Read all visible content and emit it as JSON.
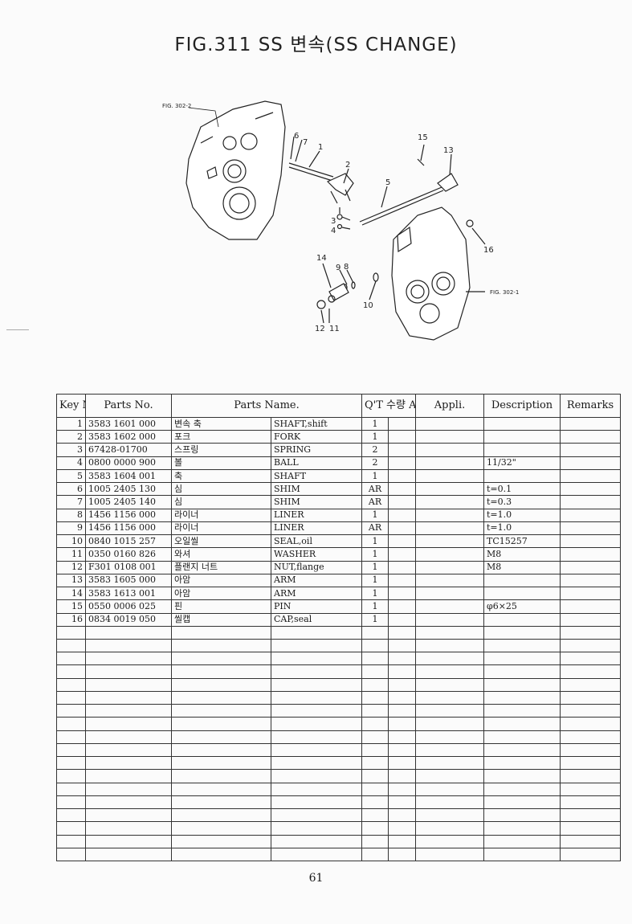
{
  "header": {
    "title": "FIG.311 SS 변속(SS CHANGE)"
  },
  "diagram": {
    "ref_labels": [
      "FIG. 302-2",
      "FIG. 302-1"
    ],
    "callouts": [
      "1",
      "2",
      "3",
      "4",
      "5",
      "6",
      "7",
      "8",
      "9",
      "10",
      "11",
      "12",
      "13",
      "14",
      "15",
      "16"
    ]
  },
  "table": {
    "headers": {
      "key": "Key No.",
      "parts_no": "Parts No.",
      "parts_name": "Parts Name.",
      "qty": "Q'T 수량 ALL",
      "appli": "Appli.",
      "description": "Description",
      "remarks": "Remarks"
    },
    "rows": [
      {
        "key": "1",
        "parts_no": "3583 1601 000",
        "name_kr": "변속 축",
        "name_en": "SHAFT,shift",
        "qty": "1",
        "description": ""
      },
      {
        "key": "2",
        "parts_no": "3583 1602 000",
        "name_kr": "포크",
        "name_en": "FORK",
        "qty": "1",
        "description": ""
      },
      {
        "key": "3",
        "parts_no": "67428-01700",
        "name_kr": "스프링",
        "name_en": "SPRING",
        "qty": "2",
        "description": ""
      },
      {
        "key": "4",
        "parts_no": "0800 0000 900",
        "name_kr": "볼",
        "name_en": "BALL",
        "qty": "2",
        "description": "11/32\""
      },
      {
        "key": "5",
        "parts_no": "3583 1604 001",
        "name_kr": "축",
        "name_en": "SHAFT",
        "qty": "1",
        "description": ""
      },
      {
        "key": "6",
        "parts_no": "1005 2405 130",
        "name_kr": "심",
        "name_en": "SHIM",
        "qty": "AR",
        "description": "t=0.1"
      },
      {
        "key": "7",
        "parts_no": "1005 2405 140",
        "name_kr": "심",
        "name_en": "SHIM",
        "qty": "AR",
        "description": "t=0.3"
      },
      {
        "key": "8",
        "parts_no": "1456 1156 000",
        "name_kr": "라이너",
        "name_en": "LINER",
        "qty": "1",
        "description": "t=1.0"
      },
      {
        "key": "9",
        "parts_no": "1456 1156 000",
        "name_kr": "라이너",
        "name_en": "LINER",
        "qty": "AR",
        "description": "t=1.0"
      },
      {
        "key": "10",
        "parts_no": "0840 1015 257",
        "name_kr": "오일씰",
        "name_en": "SEAL,oil",
        "qty": "1",
        "description": "TC15257"
      },
      {
        "key": "11",
        "parts_no": "0350 0160 826",
        "name_kr": "와셔",
        "name_en": "WASHER",
        "qty": "1",
        "description": "M8"
      },
      {
        "key": "12",
        "parts_no": "F301 0108 001",
        "name_kr": "플랜지 너트",
        "name_en": "NUT,flange",
        "qty": "1",
        "description": "M8"
      },
      {
        "key": "13",
        "parts_no": "3583 1605 000",
        "name_kr": "아암",
        "name_en": "ARM",
        "qty": "1",
        "description": ""
      },
      {
        "key": "14",
        "parts_no": "3583 1613 001",
        "name_kr": "아암",
        "name_en": "ARM",
        "qty": "1",
        "description": ""
      },
      {
        "key": "15",
        "parts_no": "0550 0006 025",
        "name_kr": "핀",
        "name_en": "PIN",
        "qty": "1",
        "description": "φ6×25"
      },
      {
        "key": "16",
        "parts_no": "0834 0019 050",
        "name_kr": "씰캡",
        "name_en": "CAP,seal",
        "qty": "1",
        "description": ""
      }
    ]
  },
  "footer": {
    "page_number": "61"
  }
}
